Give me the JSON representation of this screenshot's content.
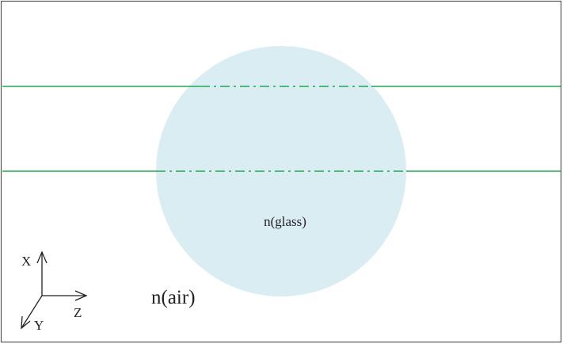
{
  "diagram": {
    "sphere_label": "n(glass)",
    "medium_label": "n(air)",
    "axes": {
      "x_label": "X",
      "y_label": "Y",
      "z_label": "Z"
    },
    "colors": {
      "frame": "#555555",
      "sphere_fill": "#daedf3",
      "ray": "#22a84f",
      "text": "#222222",
      "axis": "#222222"
    }
  }
}
